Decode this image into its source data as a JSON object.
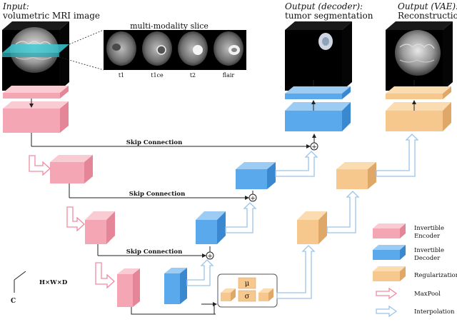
{
  "input": {
    "heading": "Input:",
    "subtitle": "volumetric MRI image"
  },
  "slice_panel": {
    "title": "multi-modality slice",
    "modalities": [
      "t1",
      "t1ce",
      "t2",
      "flair"
    ]
  },
  "outputs": {
    "decoder": {
      "heading": "Output (decoder):",
      "subtitle": "tumor segmentation"
    },
    "vae": {
      "heading": "Output (VAE):",
      "subtitle": "Reconstruction"
    }
  },
  "connections": {
    "skip_1": "Skip Connection",
    "skip_2": "Skip Connection",
    "skip_3": "Skip Connection",
    "add_symbol": "+"
  },
  "latent": {
    "mu": "μ",
    "sigma": "σ"
  },
  "axes": {
    "spatial": "H×W×D",
    "channel": "C"
  },
  "legend": [
    {
      "id": "encoder",
      "label_lines": [
        "Invertible",
        "Encoder"
      ],
      "color": "#f4a6b4"
    },
    {
      "id": "decoder",
      "label_lines": [
        "Invertible",
        "Decoder"
      ],
      "color": "#5aa9ec"
    },
    {
      "id": "regularization",
      "label_lines": [
        "Regularization"
      ],
      "color": "#f6c88e"
    },
    {
      "id": "maxpool",
      "label_lines": [
        "MaxPool"
      ],
      "color": "#f4a6b4"
    },
    {
      "id": "interpolation",
      "label_lines": [
        "Interpolation"
      ],
      "color": "#bcd6f2"
    }
  ],
  "colors": {
    "encoder_front": "#f4a6b4",
    "encoder_top": "#f9cbd3",
    "encoder_side": "#e48698",
    "decoder_front": "#5aa9ec",
    "decoder_top": "#9cccf4",
    "decoder_side": "#3a88d0",
    "reg_front": "#f6c88e",
    "reg_top": "#fadcb0",
    "reg_side": "#e0a868",
    "maxpool_arrow": "#f4a6b4",
    "interp_arrow": "#bcd6f2",
    "mri_plane": "#3ec7d0"
  }
}
